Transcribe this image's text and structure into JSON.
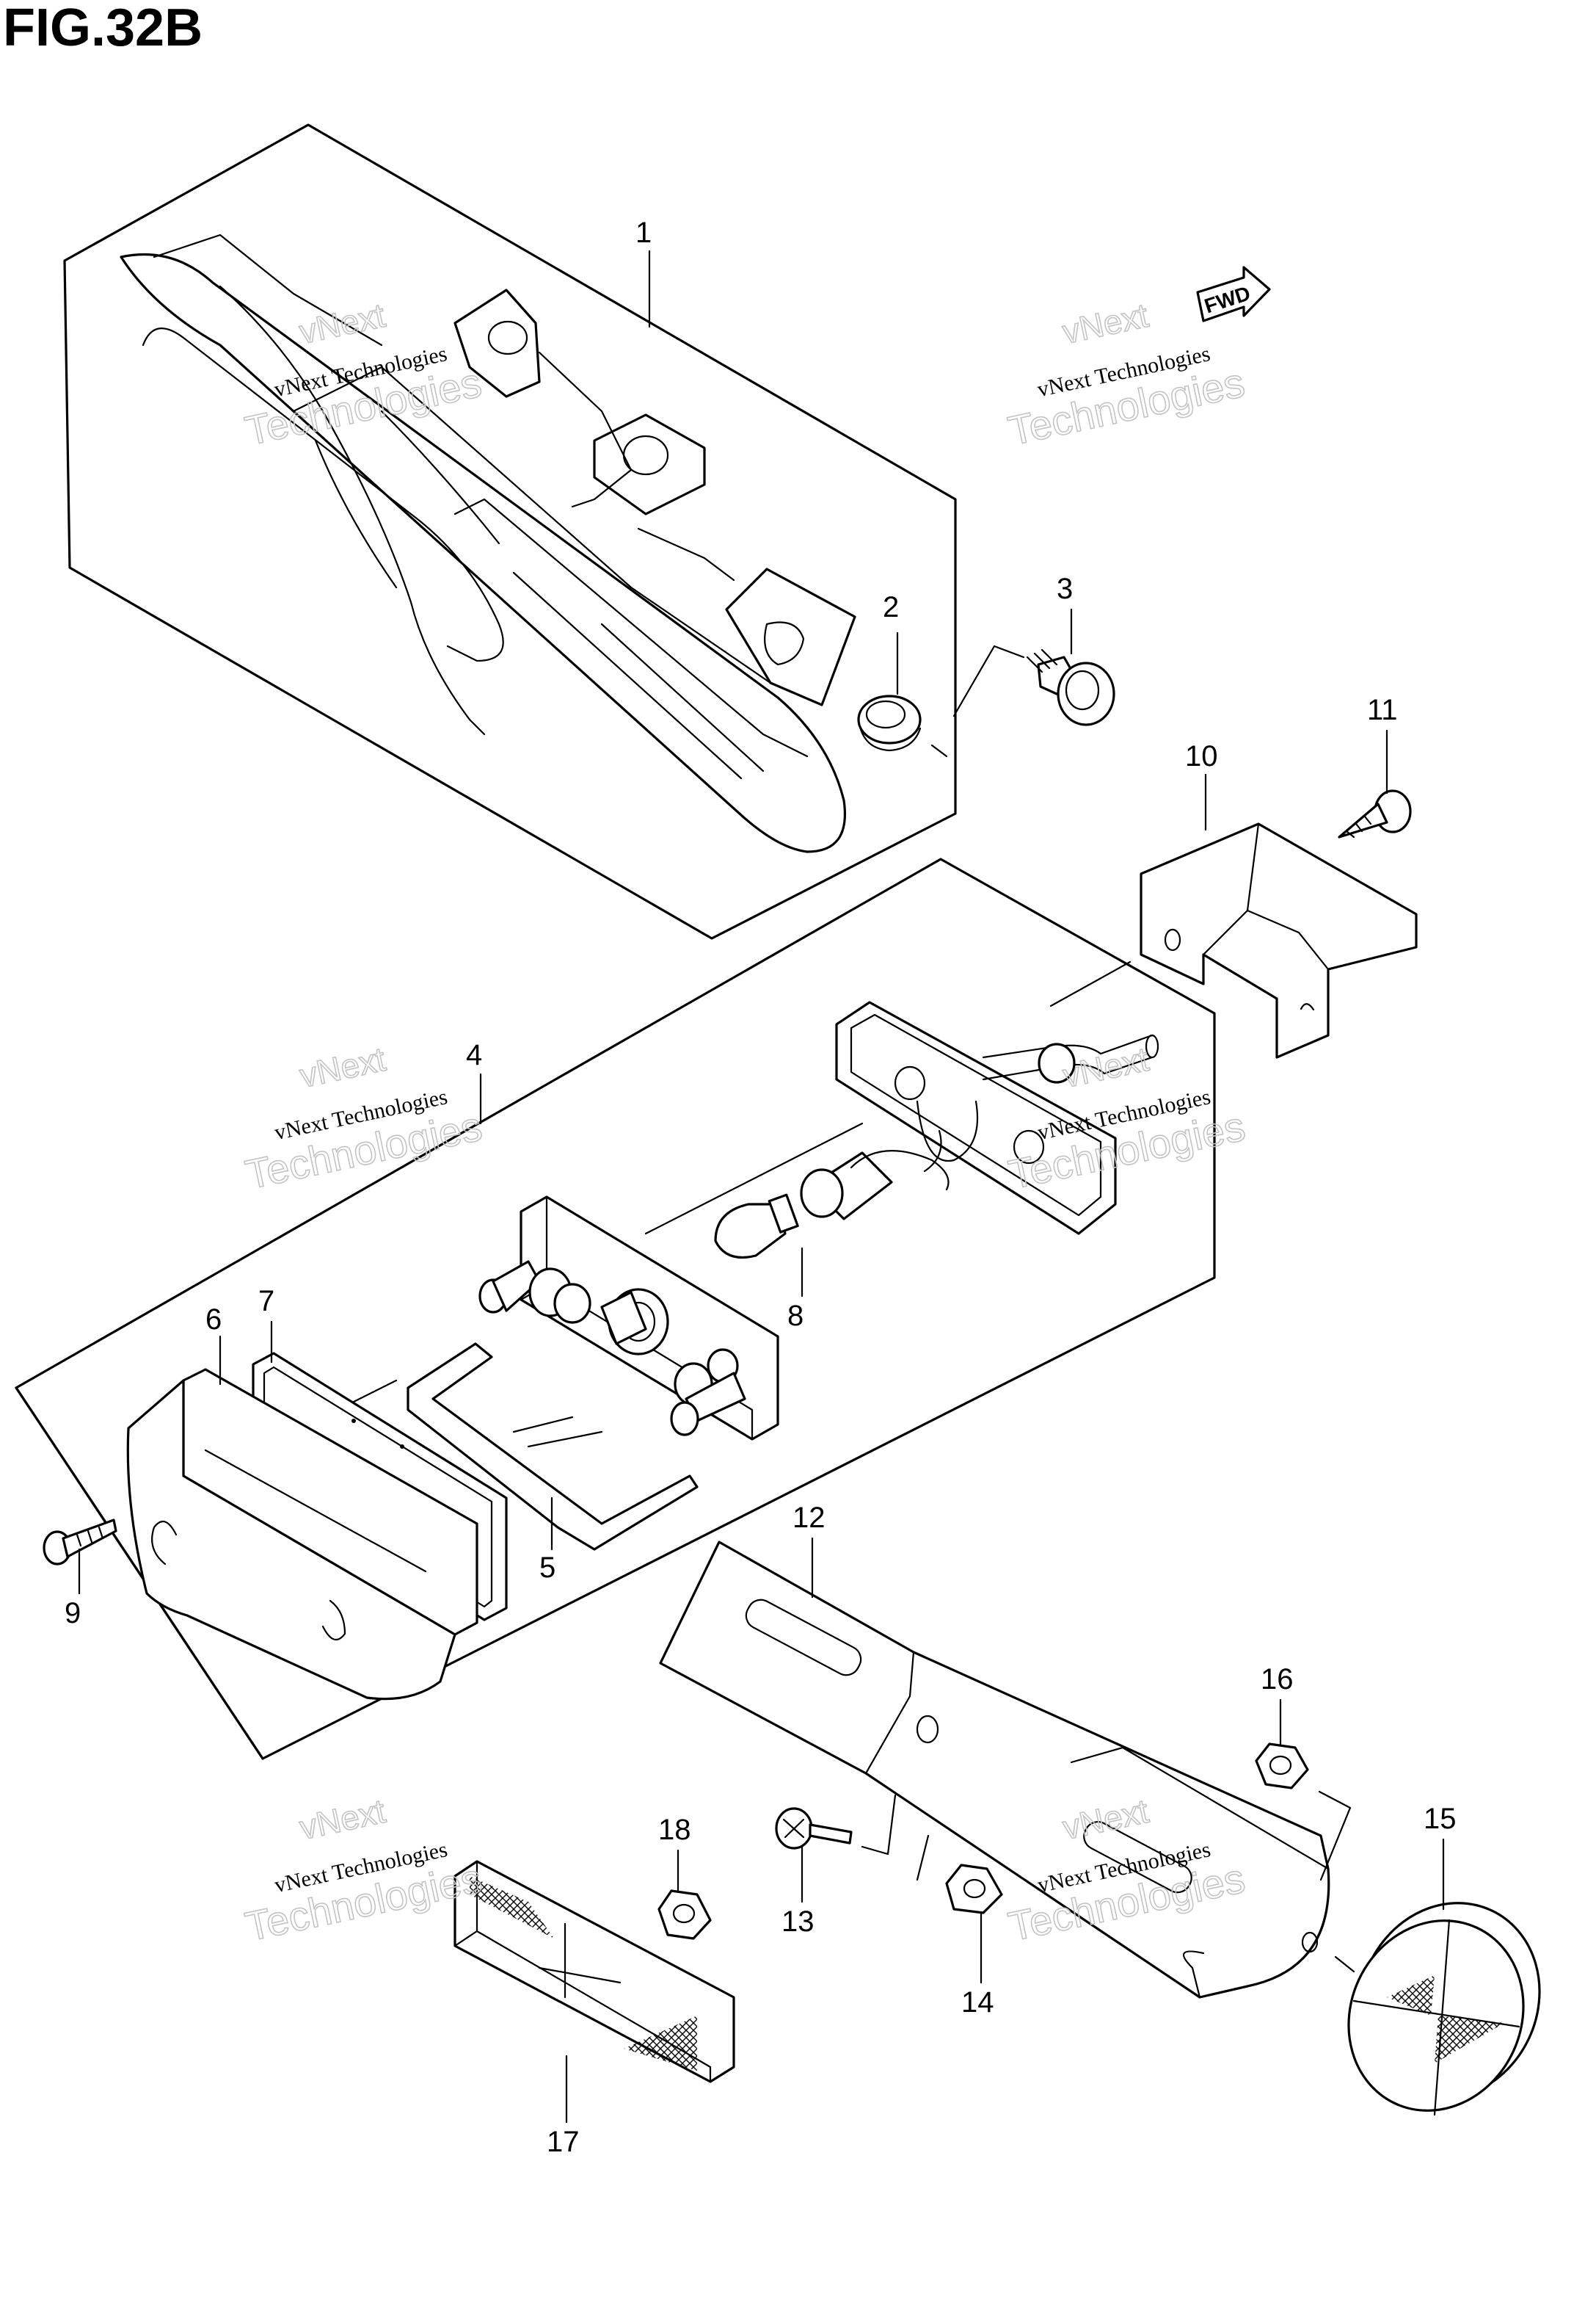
{
  "figure": {
    "title": "FIG.32B"
  },
  "direction_badge": {
    "label": "FWD"
  },
  "watermark": {
    "brand_short": "vNext",
    "brand_full": "vNext Technologies",
    "brand_word": "Technologies"
  },
  "callouts": [
    "1",
    "2",
    "3",
    "4",
    "5",
    "6",
    "7",
    "8",
    "9",
    "10",
    "11",
    "12",
    "13",
    "14",
    "15",
    "16",
    "17",
    "18"
  ],
  "colors": {
    "line": "#000000",
    "background": "#ffffff",
    "watermark_outline": "#c4c4c4"
  }
}
